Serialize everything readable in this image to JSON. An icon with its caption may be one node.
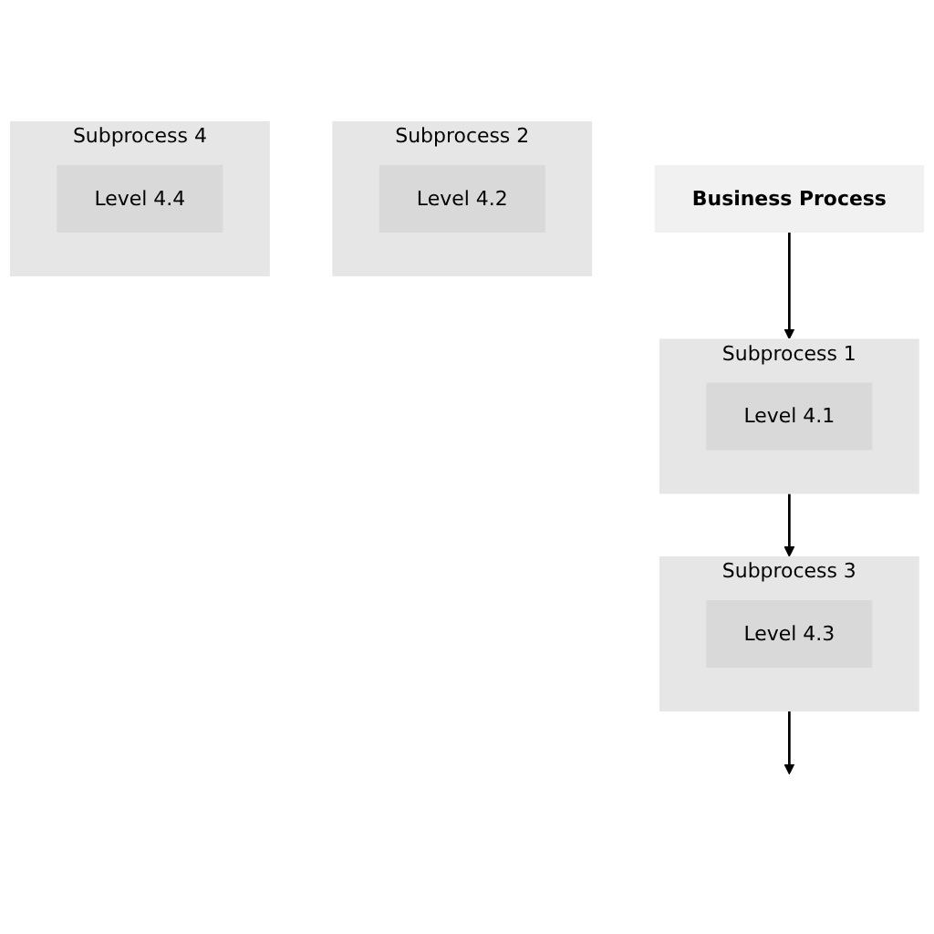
{
  "diagram": {
    "nodes": [
      {
        "text": [
          "Business Process"
        ]
      },
      {
        "text": [
          "Subprocess 1"
        ]
      },
      {
        "text": [
          "Level 4.1"
        ],
        "in": 1
      },
      {
        "text": [
          "Subprocess 2"
        ]
      },
      {
        "text": [
          "Level 4.2"
        ],
        "in": 3
      },
      {
        "text": [
          "Subprocess 3"
        ]
      },
      {
        "text": [
          "Level 4.3"
        ],
        "in": 5
      },
      {
        "text": [
          "Subprocess 4"
        ]
      },
      {
        "text": [
          "Level 4.4"
        ],
        "in": 7
      }
    ],
    "edges": [
      {
        "from": 0,
        "to": 1,
        "arrow": "to"
      },
      {
        "from": 1,
        "to": 5,
        "arrow": "to"
      },
      {
        "from": 5,
        "to": null,
        "arrow": "to"
      }
    ]
  }
}
